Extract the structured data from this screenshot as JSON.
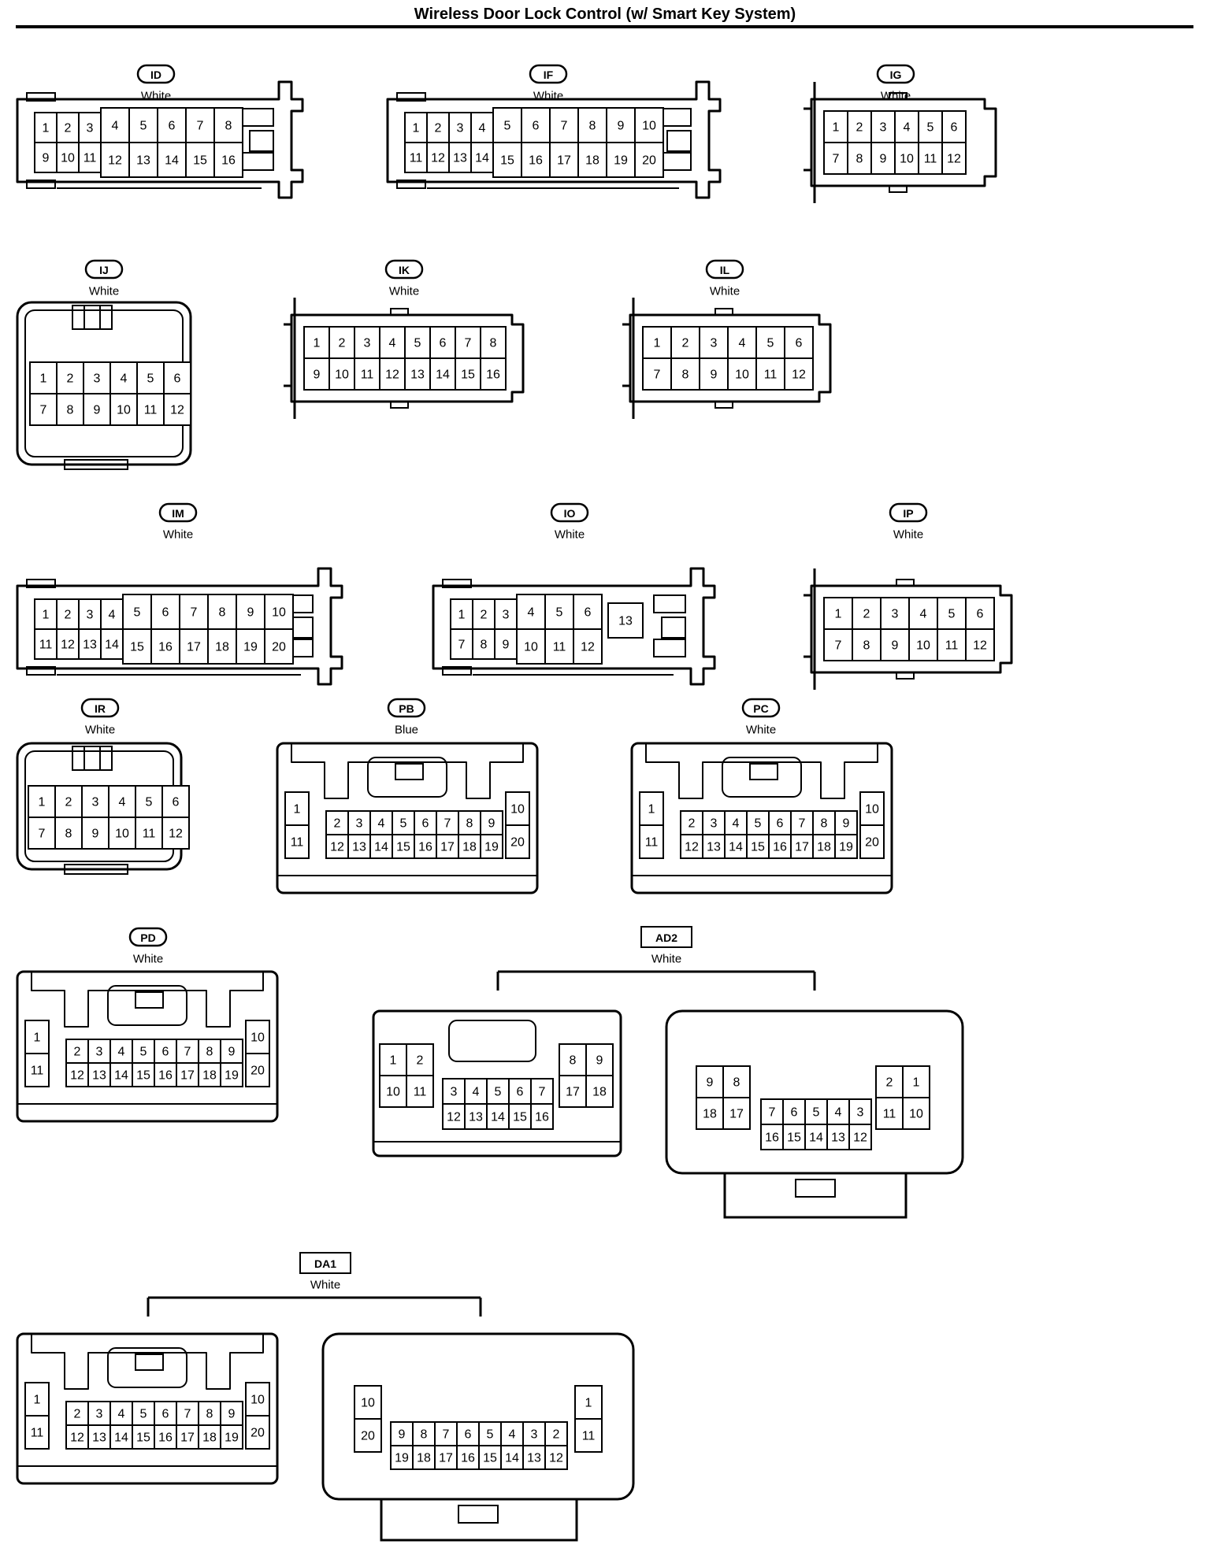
{
  "title": "Wireless Door Lock Control (w/ Smart Key System)",
  "connectors": [
    {
      "id": "ID",
      "color": "White",
      "pins": [
        "1",
        "2",
        "3",
        "4",
        "5",
        "6",
        "7",
        "8",
        "9",
        "10",
        "11",
        "12",
        "13",
        "14",
        "15",
        "16"
      ]
    },
    {
      "id": "IF",
      "color": "White",
      "pins": [
        "1",
        "2",
        "3",
        "4",
        "5",
        "6",
        "7",
        "8",
        "9",
        "10",
        "11",
        "12",
        "13",
        "14",
        "15",
        "16",
        "17",
        "18",
        "19",
        "20"
      ]
    },
    {
      "id": "IG",
      "color": "White",
      "pins": [
        "1",
        "2",
        "3",
        "4",
        "5",
        "6",
        "7",
        "8",
        "9",
        "10",
        "11",
        "12"
      ]
    },
    {
      "id": "IJ",
      "color": "White",
      "pins": [
        "1",
        "2",
        "3",
        "4",
        "5",
        "6",
        "7",
        "8",
        "9",
        "10",
        "11",
        "12"
      ]
    },
    {
      "id": "IK",
      "color": "White",
      "pins": [
        "1",
        "2",
        "3",
        "4",
        "5",
        "6",
        "7",
        "8",
        "9",
        "10",
        "11",
        "12",
        "13",
        "14",
        "15",
        "16"
      ]
    },
    {
      "id": "IL",
      "color": "White",
      "pins": [
        "1",
        "2",
        "3",
        "4",
        "5",
        "6",
        "7",
        "8",
        "9",
        "10",
        "11",
        "12"
      ]
    },
    {
      "id": "IM",
      "color": "White",
      "pins": [
        "1",
        "2",
        "3",
        "4",
        "5",
        "6",
        "7",
        "8",
        "9",
        "10",
        "11",
        "12",
        "13",
        "14",
        "15",
        "16",
        "17",
        "18",
        "19",
        "20"
      ]
    },
    {
      "id": "IO",
      "color": "White",
      "pins": [
        "1",
        "2",
        "3",
        "4",
        "5",
        "6",
        "7",
        "8",
        "9",
        "10",
        "11",
        "12",
        "13"
      ]
    },
    {
      "id": "IP",
      "color": "White",
      "pins": [
        "1",
        "2",
        "3",
        "4",
        "5",
        "6",
        "7",
        "8",
        "9",
        "10",
        "11",
        "12"
      ]
    },
    {
      "id": "IR",
      "color": "White",
      "pins": [
        "1",
        "2",
        "3",
        "4",
        "5",
        "6",
        "7",
        "8",
        "9",
        "10",
        "11",
        "12"
      ]
    },
    {
      "id": "PB",
      "color": "Blue",
      "pins": [
        "1",
        "2",
        "3",
        "4",
        "5",
        "6",
        "7",
        "8",
        "9",
        "10",
        "11",
        "12",
        "13",
        "14",
        "15",
        "16",
        "17",
        "18",
        "19",
        "20"
      ]
    },
    {
      "id": "PC",
      "color": "White",
      "pins": [
        "1",
        "2",
        "3",
        "4",
        "5",
        "6",
        "7",
        "8",
        "9",
        "10",
        "11",
        "12",
        "13",
        "14",
        "15",
        "16",
        "17",
        "18",
        "19",
        "20"
      ]
    },
    {
      "id": "PD",
      "color": "White",
      "pins": [
        "1",
        "2",
        "3",
        "4",
        "5",
        "6",
        "7",
        "8",
        "9",
        "10",
        "11",
        "12",
        "13",
        "14",
        "15",
        "16",
        "17",
        "18",
        "19",
        "20"
      ]
    },
    {
      "id": "AD2",
      "color": "White",
      "pins": [
        "1",
        "2",
        "3",
        "4",
        "5",
        "6",
        "7",
        "8",
        "9",
        "10",
        "11",
        "12",
        "13",
        "14",
        "15",
        "16",
        "17",
        "18"
      ]
    },
    {
      "id": "DA1",
      "color": "White",
      "pins": [
        "1",
        "2",
        "3",
        "4",
        "5",
        "6",
        "7",
        "8",
        "9",
        "10",
        "11",
        "12",
        "13",
        "14",
        "15",
        "16",
        "17",
        "18",
        "19",
        "20"
      ]
    }
  ]
}
